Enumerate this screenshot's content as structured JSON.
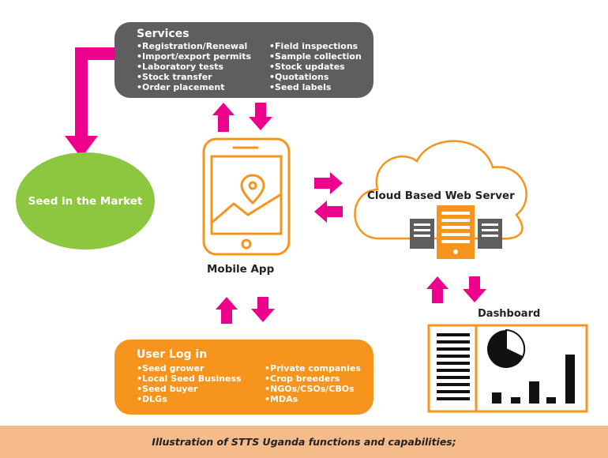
{
  "colors": {
    "pink": "#ec008c",
    "orange": "#f7941d",
    "gray": "#5e5e5e",
    "green": "#8dc63f",
    "caption_bg": "#f5bb8a"
  },
  "services": {
    "title": "Services",
    "col1": [
      "Registration/Renewal",
      "Import/export permits",
      "Laboratory tests",
      "Stock transfer",
      "Order placement"
    ],
    "col2": [
      "Field inspections",
      "Sample collection",
      "Stock updates",
      "Quotations",
      "Seed labels"
    ]
  },
  "market": {
    "label": "Seed in the Market"
  },
  "mobile": {
    "label": "Mobile App",
    "icon": "mobile-phone-map-icon"
  },
  "cloud": {
    "label": "Cloud Based Web Server",
    "icon": "cloud-server-icon"
  },
  "dashboard": {
    "label": "Dashboard",
    "icon": "dashboard-report-chart-icon"
  },
  "user_login": {
    "title": "User Log in",
    "col1": [
      "Seed grower",
      "Local Seed Business",
      "Seed buyer",
      "DLGs"
    ],
    "col2": [
      "Private companies",
      "Crop breeders",
      "NGOs/CSOs/CBOs",
      "MDAs"
    ]
  },
  "caption": "Illustration of STTS Uganda functions and capabilities;"
}
